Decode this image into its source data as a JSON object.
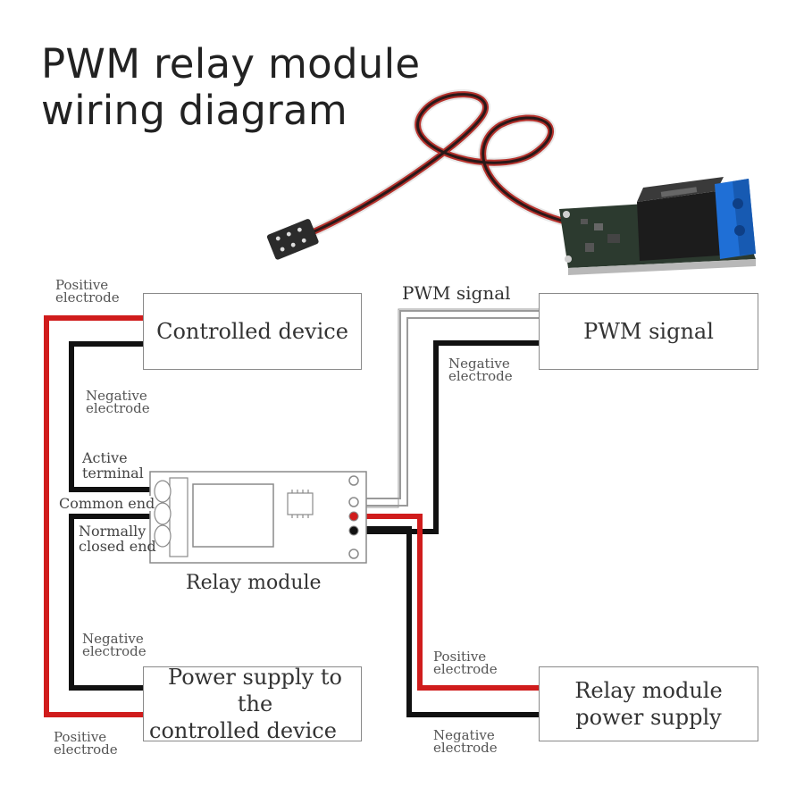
{
  "title": {
    "line1": "PWM relay module",
    "line2": "wiring diagram"
  },
  "colors": {
    "positive_wire": "#d01c1c",
    "negative_wire": "#111111",
    "signal_wire": "#ffffff",
    "box_border": "#8a8a8a",
    "terminal_blue": "#1f6fd6",
    "pcb": "#2e3a2e"
  },
  "boxes": {
    "controlled_device": "Controlled device",
    "pwm_signal": "PWM signal",
    "power_supply_controlled_line1": "Power supply to the",
    "power_supply_controlled_line2": "controlled device",
    "relay_power_line1": "Relay module",
    "relay_power_line2": "power supply"
  },
  "relay_module": {
    "caption": "Relay module",
    "terminals": {
      "active_line1": "Active",
      "active_line2": "terminal",
      "common": "Common end",
      "nc_line1": "Normally",
      "nc_line2": "closed end"
    }
  },
  "wire_labels": {
    "top_positive_line1": "Positive",
    "top_positive_line2": "electrode",
    "top_negative_line1": "Negative",
    "top_negative_line2": "electrode",
    "pwm_signal_wire": "PWM signal",
    "pwm_negative_line1": "Negative",
    "pwm_negative_line2": "electrode",
    "bottom_negative_line1": "Negative",
    "bottom_negative_line2": "electrode",
    "bottom_positive_line1": "Positive",
    "bottom_positive_line2": "electrode",
    "relay_psu_positive_line1": "Positive",
    "relay_psu_positive_line2": "electrode",
    "relay_psu_negative_line1": "Negative",
    "relay_psu_negative_line2": "electrode"
  },
  "photo": {
    "description": "Product photo of relay module with 3-wire servo cable (black, red, white) and blue screw terminal"
  }
}
